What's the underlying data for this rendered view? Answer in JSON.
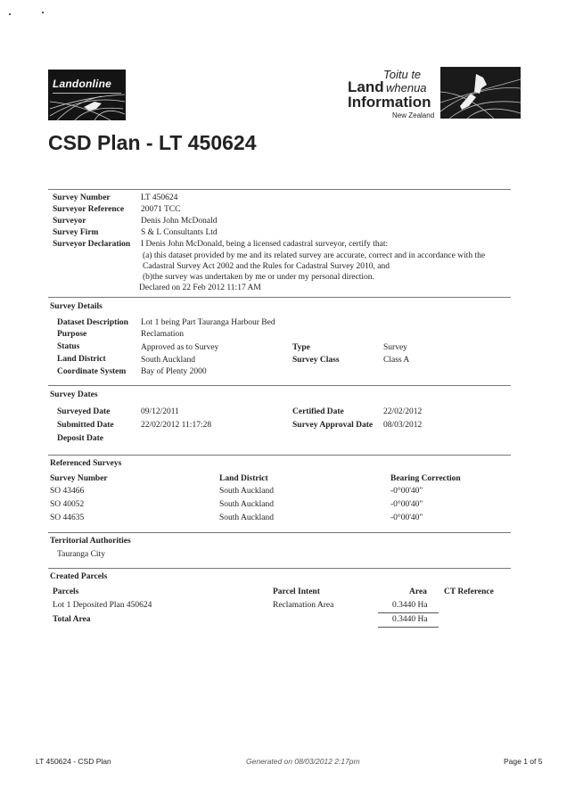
{
  "header": {
    "left_logo_text": "Landonline",
    "right_logo": {
      "line1": "Toitu te",
      "line2": "Land",
      "line3": "whenua",
      "line4": "Information",
      "line5": "New Zealand"
    },
    "title": "CSD Plan - LT 450624"
  },
  "survey_info": {
    "number_label": "Survey Number",
    "number_value": "LT 450624",
    "reference_label": "Surveyor Reference",
    "reference_value": "20071 TCC",
    "surveyor_label": "Surveyor",
    "surveyor_value": "Denis John McDonald",
    "firm_label": "Survey Firm",
    "firm_value": "S & L Consultants Ltd",
    "declaration_label": "Surveyor Declaration",
    "declaration_lines": [
      "I Denis John McDonald, being a licensed cadastral surveyor, certify that:",
      "(a) this dataset provided by me and its related survey are accurate, correct and in accordance with the",
      "Cadastral Survey Act 2002 and the Rules for Cadastral Survey 2010, and",
      "(b)the survey was undertaken by me or under my personal direction.",
      "Declared on 22 Feb 2012 11:17 AM"
    ]
  },
  "survey_details": {
    "heading": "Survey Details",
    "description_label": "Dataset Description",
    "description_value": "Lot 1 being Part Tauranga Harbour Bed",
    "purpose_label": "Purpose",
    "purpose_value": "Reclamation",
    "status_label": "Status",
    "status_value": "Approved as to Survey",
    "district_label": "Land District",
    "district_value": "South Auckland",
    "coord_label": "Coordinate System",
    "coord_value": "Bay of Plenty 2000",
    "type_label": "Type",
    "type_value": "Survey",
    "class_label": "Survey Class",
    "class_value": "Class A"
  },
  "survey_dates": {
    "heading": "Survey Dates",
    "surveyed_label": "Surveyed Date",
    "surveyed_value": "09/12/2011",
    "submitted_label": "Submitted Date",
    "submitted_value": "22/02/2012 11:17:28",
    "deposit_label": "Deposit Date",
    "certified_label": "Certified Date",
    "certified_value": "22/02/2012",
    "approval_label": "Survey Approval Date",
    "approval_value": "08/03/2012"
  },
  "referenced_surveys": {
    "heading": "Referenced Surveys",
    "columns": [
      "Survey Number",
      "Land District",
      "Bearing Correction"
    ],
    "rows": [
      [
        "SO 43466",
        "South Auckland",
        "-0°00'40\""
      ],
      [
        "SO 40052",
        "South Auckland",
        "-0°00'40\""
      ],
      [
        "SO 44635",
        "South Auckland",
        "-0°00'40\""
      ]
    ]
  },
  "territorial_authorities": {
    "heading": "Territorial Authorities",
    "value": "Tauranga City"
  },
  "created_parcels": {
    "heading": "Created Parcels",
    "col_parcels": "Parcels",
    "col_intent": "Parcel Intent",
    "col_area": "Area",
    "col_ct": "CT Reference",
    "row_parcel": "Lot 1 Deposited Plan 450624",
    "row_intent": "Reclamation Area",
    "row_area": "0.3440 Ha",
    "total_label": "Total Area",
    "total_value": "0.3440 Ha"
  },
  "footer": {
    "left": "LT 450624 - CSD Plan",
    "center": "Generated on 08/03/2012 2:17pm",
    "right": "Page 1 of 5"
  }
}
